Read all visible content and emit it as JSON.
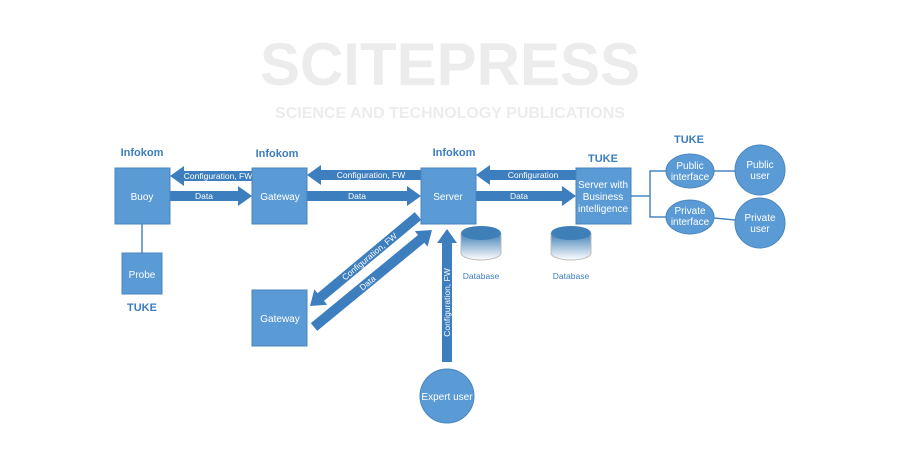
{
  "watermark": {
    "title": "SCITEPRESS",
    "subtitle": "SCIENCE AND TECHNOLOGY PUBLICATIONS"
  },
  "orgs": {
    "buoy": "Infokom",
    "gateway": "Infokom",
    "server": "Infokom",
    "server_bi": "TUKE",
    "interfaces": "TUKE",
    "probe": "TUKE"
  },
  "nodes": {
    "buoy": "Buoy",
    "probe": "Probe",
    "gateway1": "Gateway",
    "gateway2": "Gateway",
    "server": "Server",
    "server_bi": [
      "Server with",
      "Business",
      "intelligence"
    ],
    "public_interface": [
      "Public",
      "interface"
    ],
    "private_interface": [
      "Private",
      "interface"
    ],
    "public_user": [
      "Public",
      "user"
    ],
    "private_user": [
      "Private",
      "user"
    ],
    "expert_user": "Expert user",
    "database1": "Database",
    "database2": "Database"
  },
  "arrows": {
    "gw_to_buoy": "Configuration, FW",
    "buoy_to_gw": "Data",
    "server_to_gw": "Configuration, FW",
    "gw_to_server": "Data",
    "bi_to_server": "Configuration",
    "server_to_bi": "Data",
    "server_to_gw2": "Configuration, FW",
    "gw2_to_server": "Data",
    "expert_to_server": "Configuration, FW"
  },
  "colors": {
    "box": "#5b9bd5",
    "arrow": "#3d7ebe",
    "label": "#3c7dc0"
  }
}
